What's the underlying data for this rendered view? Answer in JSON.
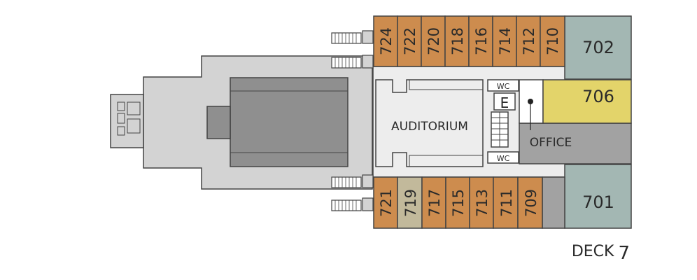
{
  "colors": {
    "cabin_orange": "#CD8C4E",
    "cabin_tan": "#C2B99B",
    "suite_teal": "#A3B7B3",
    "cabin_yellow": "#E3D46A",
    "office_grey": "#A2A2A2",
    "corridor_light": "#EDEDED",
    "deck_grey": "#D3D3D3",
    "machine_grey": "#8F8F8F"
  },
  "cabins_top": [
    "724",
    "722",
    "720",
    "718",
    "716",
    "714",
    "712",
    "710"
  ],
  "cabins_bottom": [
    "721",
    "719",
    "717",
    "715",
    "713",
    "711",
    "709"
  ],
  "cabins_bottom_tan": "719",
  "suite_top": "702",
  "suite_bottom": "701",
  "cabin_yellow": "706",
  "auditorium": "AUDITORIUM",
  "office": "OFFICE",
  "elevator": "E",
  "wc_top": "WC",
  "wc_bottom": "WC",
  "deck_word": "DECK",
  "deck_number": "7"
}
